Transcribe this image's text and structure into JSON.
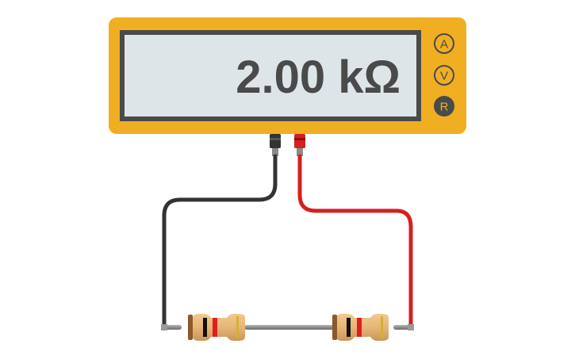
{
  "multimeter": {
    "reading": "2.00 kΩ",
    "active_mode": "R",
    "modes": [
      {
        "letter": "A",
        "name": "ammeter"
      },
      {
        "letter": "V",
        "name": "voltmeter"
      },
      {
        "letter": "R",
        "name": "ohmmeter"
      }
    ],
    "colors": {
      "body": "#F0AE22",
      "screen_frame": "#4A4A4A",
      "screen": "#DDE5E8",
      "text": "#4A4A4A",
      "active_button": "#4A4A4A",
      "active_button_text": "#F0AE22"
    }
  },
  "probes": {
    "left": {
      "color": "#333333",
      "icon": "black-probe-connector"
    },
    "right": {
      "color": "#D42020",
      "icon": "red-probe-connector"
    }
  },
  "wires": {
    "left_color": "#333333",
    "right_color": "#D42020"
  },
  "resistors": [
    {
      "label": "resistor-1",
      "bands": [
        "#8B5A2B",
        "#111111",
        "#E01E1E",
        "#D4AF37"
      ]
    },
    {
      "label": "resistor-2",
      "bands": [
        "#8B5A2B",
        "#111111",
        "#E01E1E",
        "#D4AF37"
      ]
    }
  ]
}
